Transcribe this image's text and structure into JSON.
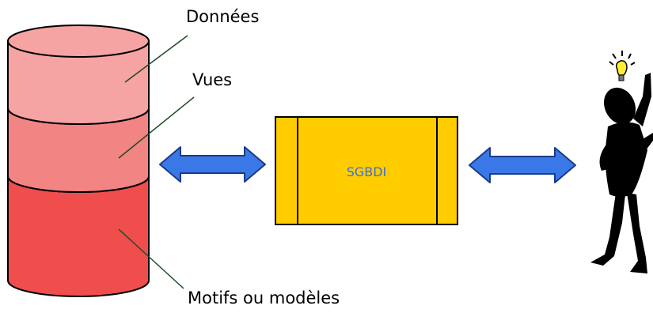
{
  "labels": {
    "data": "Données",
    "views": "Vues",
    "patterns": "Motifs ou modèles"
  },
  "system": {
    "name": "SGBDI"
  },
  "colors": {
    "db_top": "#f6a3a3",
    "db_middle": "#f28484",
    "db_bottom": "#f04d4d",
    "box_fill": "#ffcc00",
    "box_text": "#3a6fd6",
    "arrow_fill": "#3b78e7",
    "arrow_stroke": "#1a3a8a",
    "figure": "#000000",
    "bulb": "#ffee33"
  }
}
